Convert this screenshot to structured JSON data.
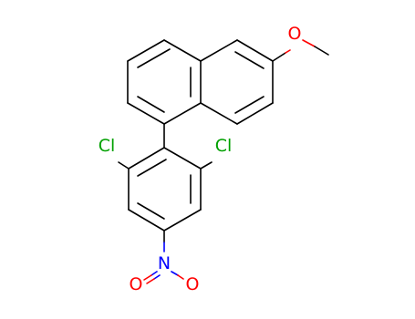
{
  "molecule": {
    "colors": {
      "carbon_bond": "#000000",
      "chlorine": "#00a000",
      "nitrogen": "#0000ff",
      "oxygen": "#ff0000"
    },
    "atoms": {
      "cl_left": "Cl",
      "cl_right": "Cl",
      "n_nitro": "N",
      "o_nitro_left": "O",
      "o_nitro_right": "O",
      "o_methoxy": "O"
    }
  }
}
